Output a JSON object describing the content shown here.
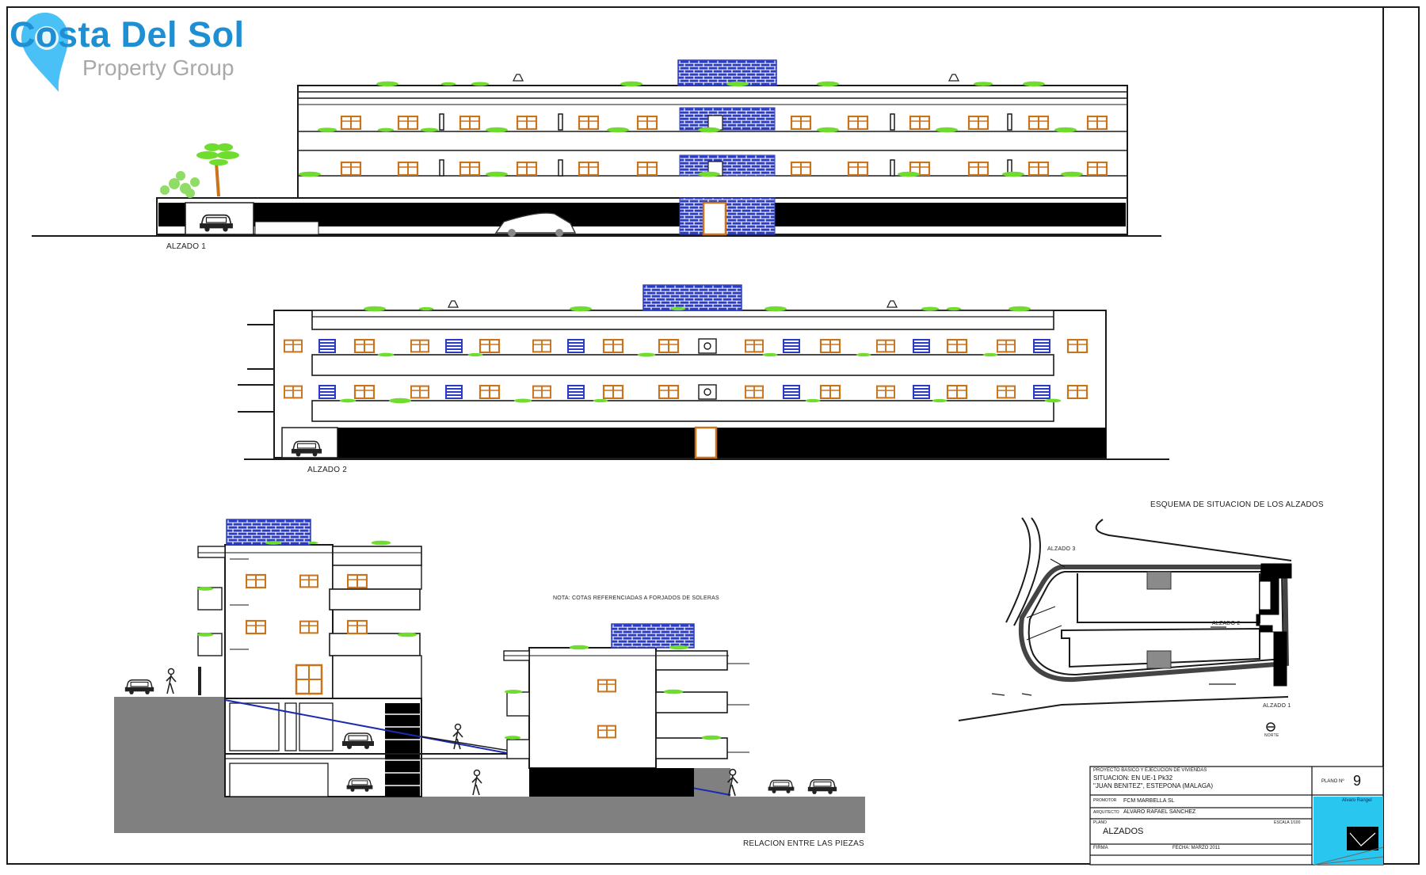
{
  "brand": {
    "title": "Costa Del Sol",
    "subtitle": "Property Group"
  },
  "labels": {
    "alzado1": "ALZADO 1",
    "alzado2": "ALZADO 2",
    "section_note": "NOTA: COTAS REFERENCIADAS A FORJADOS DE SOLERAS",
    "section_caption": "RELACION ENTRE LAS PIEZAS",
    "site_title": "ESQUEMA DE SITUACION DE LOS ALZADOS",
    "site_alzado1": "ALZADO 1",
    "site_alzado2": "ALZADO 2",
    "site_alzado3": "ALZADO 3",
    "site_north": "NORTE"
  },
  "title_block": {
    "project_line1": "PROYECTO BASICO Y EJECUCION DE VIVIENDAS",
    "project_line2": "SITUACION: EN UE-1 Pk32",
    "project_line3": "\"JUAN BENITEZ\", ESTEPONA (MALAGA)",
    "plan_label": "PLANO Nº",
    "plan_number": "9",
    "promotor_label": "PROMOTOR",
    "promotor": "FCM MARBELLA SL",
    "arquitecto_label": "ARQUITECTO",
    "arquitecto": "ALVARO RAFAEL SANCHEZ",
    "plano_label": "PLANO",
    "plano_title": "ALZADOS",
    "escala_label": "ESCALA 1/100",
    "firma_label": "FIRMA",
    "fecha": "FECHA: MARZO 2011",
    "studio": "Alvaro Rangel"
  },
  "colors": {
    "line": "#1a1a1a",
    "brick": "#2a3bc4",
    "green": "#6fdc2e",
    "window": "#c9731d",
    "ground": "#808080",
    "logo_blue": "#1e8fd2"
  }
}
